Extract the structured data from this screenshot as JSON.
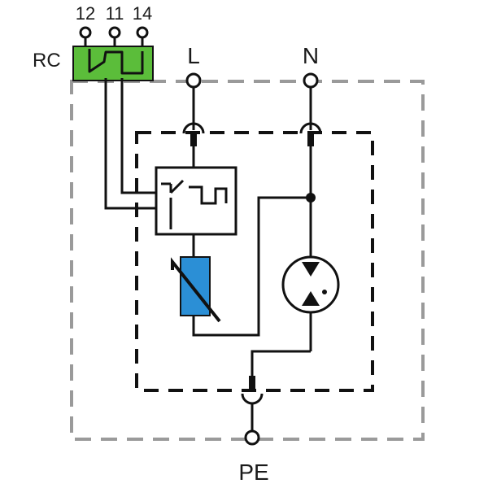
{
  "labels": {
    "terminal_12": "12",
    "terminal_11": "11",
    "terminal_14": "14",
    "rc": "RC",
    "line": "L",
    "neutral": "N",
    "protective_earth": "PE"
  },
  "colors": {
    "line": "#111111",
    "outer_enclosure_dash": "#9a9a9a",
    "inner_enclosure_dash": "#111111",
    "rc_block": "#5bbd3a",
    "varistor": "#2b8fd6",
    "background": "#ffffff"
  }
}
